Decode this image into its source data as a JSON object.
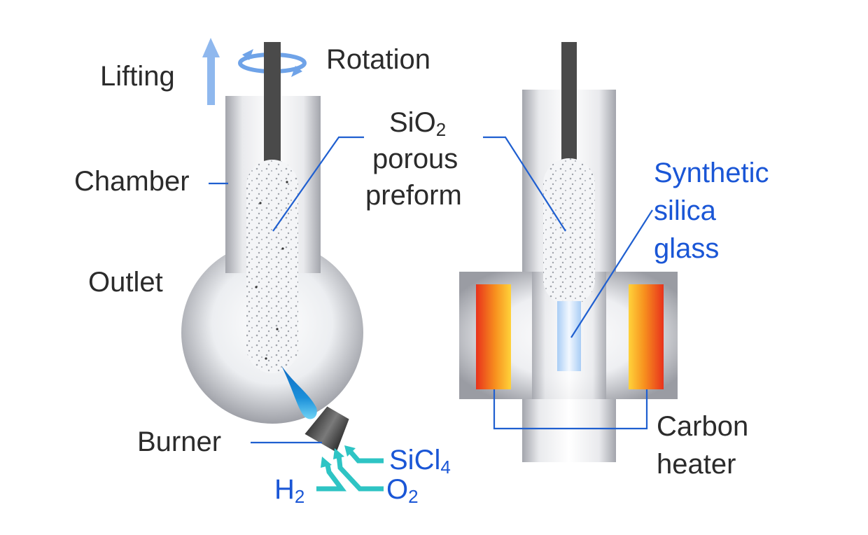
{
  "labels": {
    "lifting": "Lifting",
    "rotation": "Rotation",
    "chamber": "Chamber",
    "outlet": "Outlet",
    "burner": "Burner",
    "preform_line1_base": "SiO",
    "preform_line1_sub": "2",
    "preform_line2": "porous",
    "preform_line3": "preform",
    "synthetic_line1": "Synthetic",
    "synthetic_line2": "silica",
    "synthetic_line3": "glass",
    "carbon_line1": "Carbon",
    "carbon_line2": "heater",
    "sicl_base": "SiCl",
    "sicl_sub": "4",
    "h2_base": "H",
    "h2_sub": "2",
    "o2_base": "O",
    "o2_sub": "2"
  },
  "colors": {
    "label_text": "#2b2b2b",
    "highlight_text": "#1a56d6",
    "leader_line": "#1f5fd0",
    "gas_arrow": "#2ec4c4",
    "motion_arrow": "#8fb8ee",
    "chamber_edge": "#9a9ca3",
    "rod": "#4a4a4a",
    "heater_hot": "#e8321c",
    "heater_warm": "#ffd23a",
    "flame": "#1b8fd9",
    "glass": "#cfe3fb"
  },
  "icons": [
    "lifting-arrow-icon",
    "rotation-arrow-icon",
    "flame-icon",
    "burner-nozzle-icon",
    "gas-inlet-arrow-icon"
  ]
}
